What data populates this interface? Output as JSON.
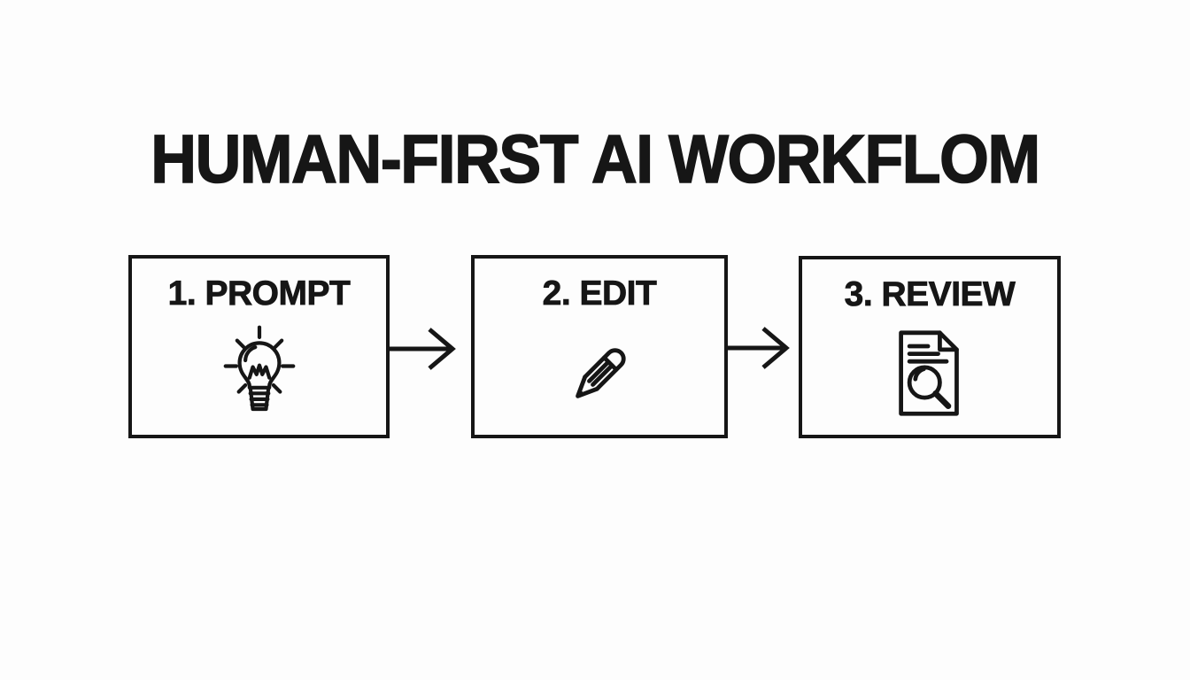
{
  "title": "HUMAN-FIRST AI WORKFLOM",
  "colors": {
    "ink": "#161616",
    "background": "#fdfdfd"
  },
  "steps": [
    {
      "label": "1. PROMPT",
      "icon": "lightbulb-icon"
    },
    {
      "label": "2. EDIT",
      "icon": "pencil-icon"
    },
    {
      "label": "3. REVIEW",
      "icon": "document-search-icon"
    }
  ],
  "connectors": [
    {
      "icon": "arrow-right-icon",
      "direction": "right"
    },
    {
      "icon": "arrow-right-icon",
      "direction": "right"
    }
  ]
}
